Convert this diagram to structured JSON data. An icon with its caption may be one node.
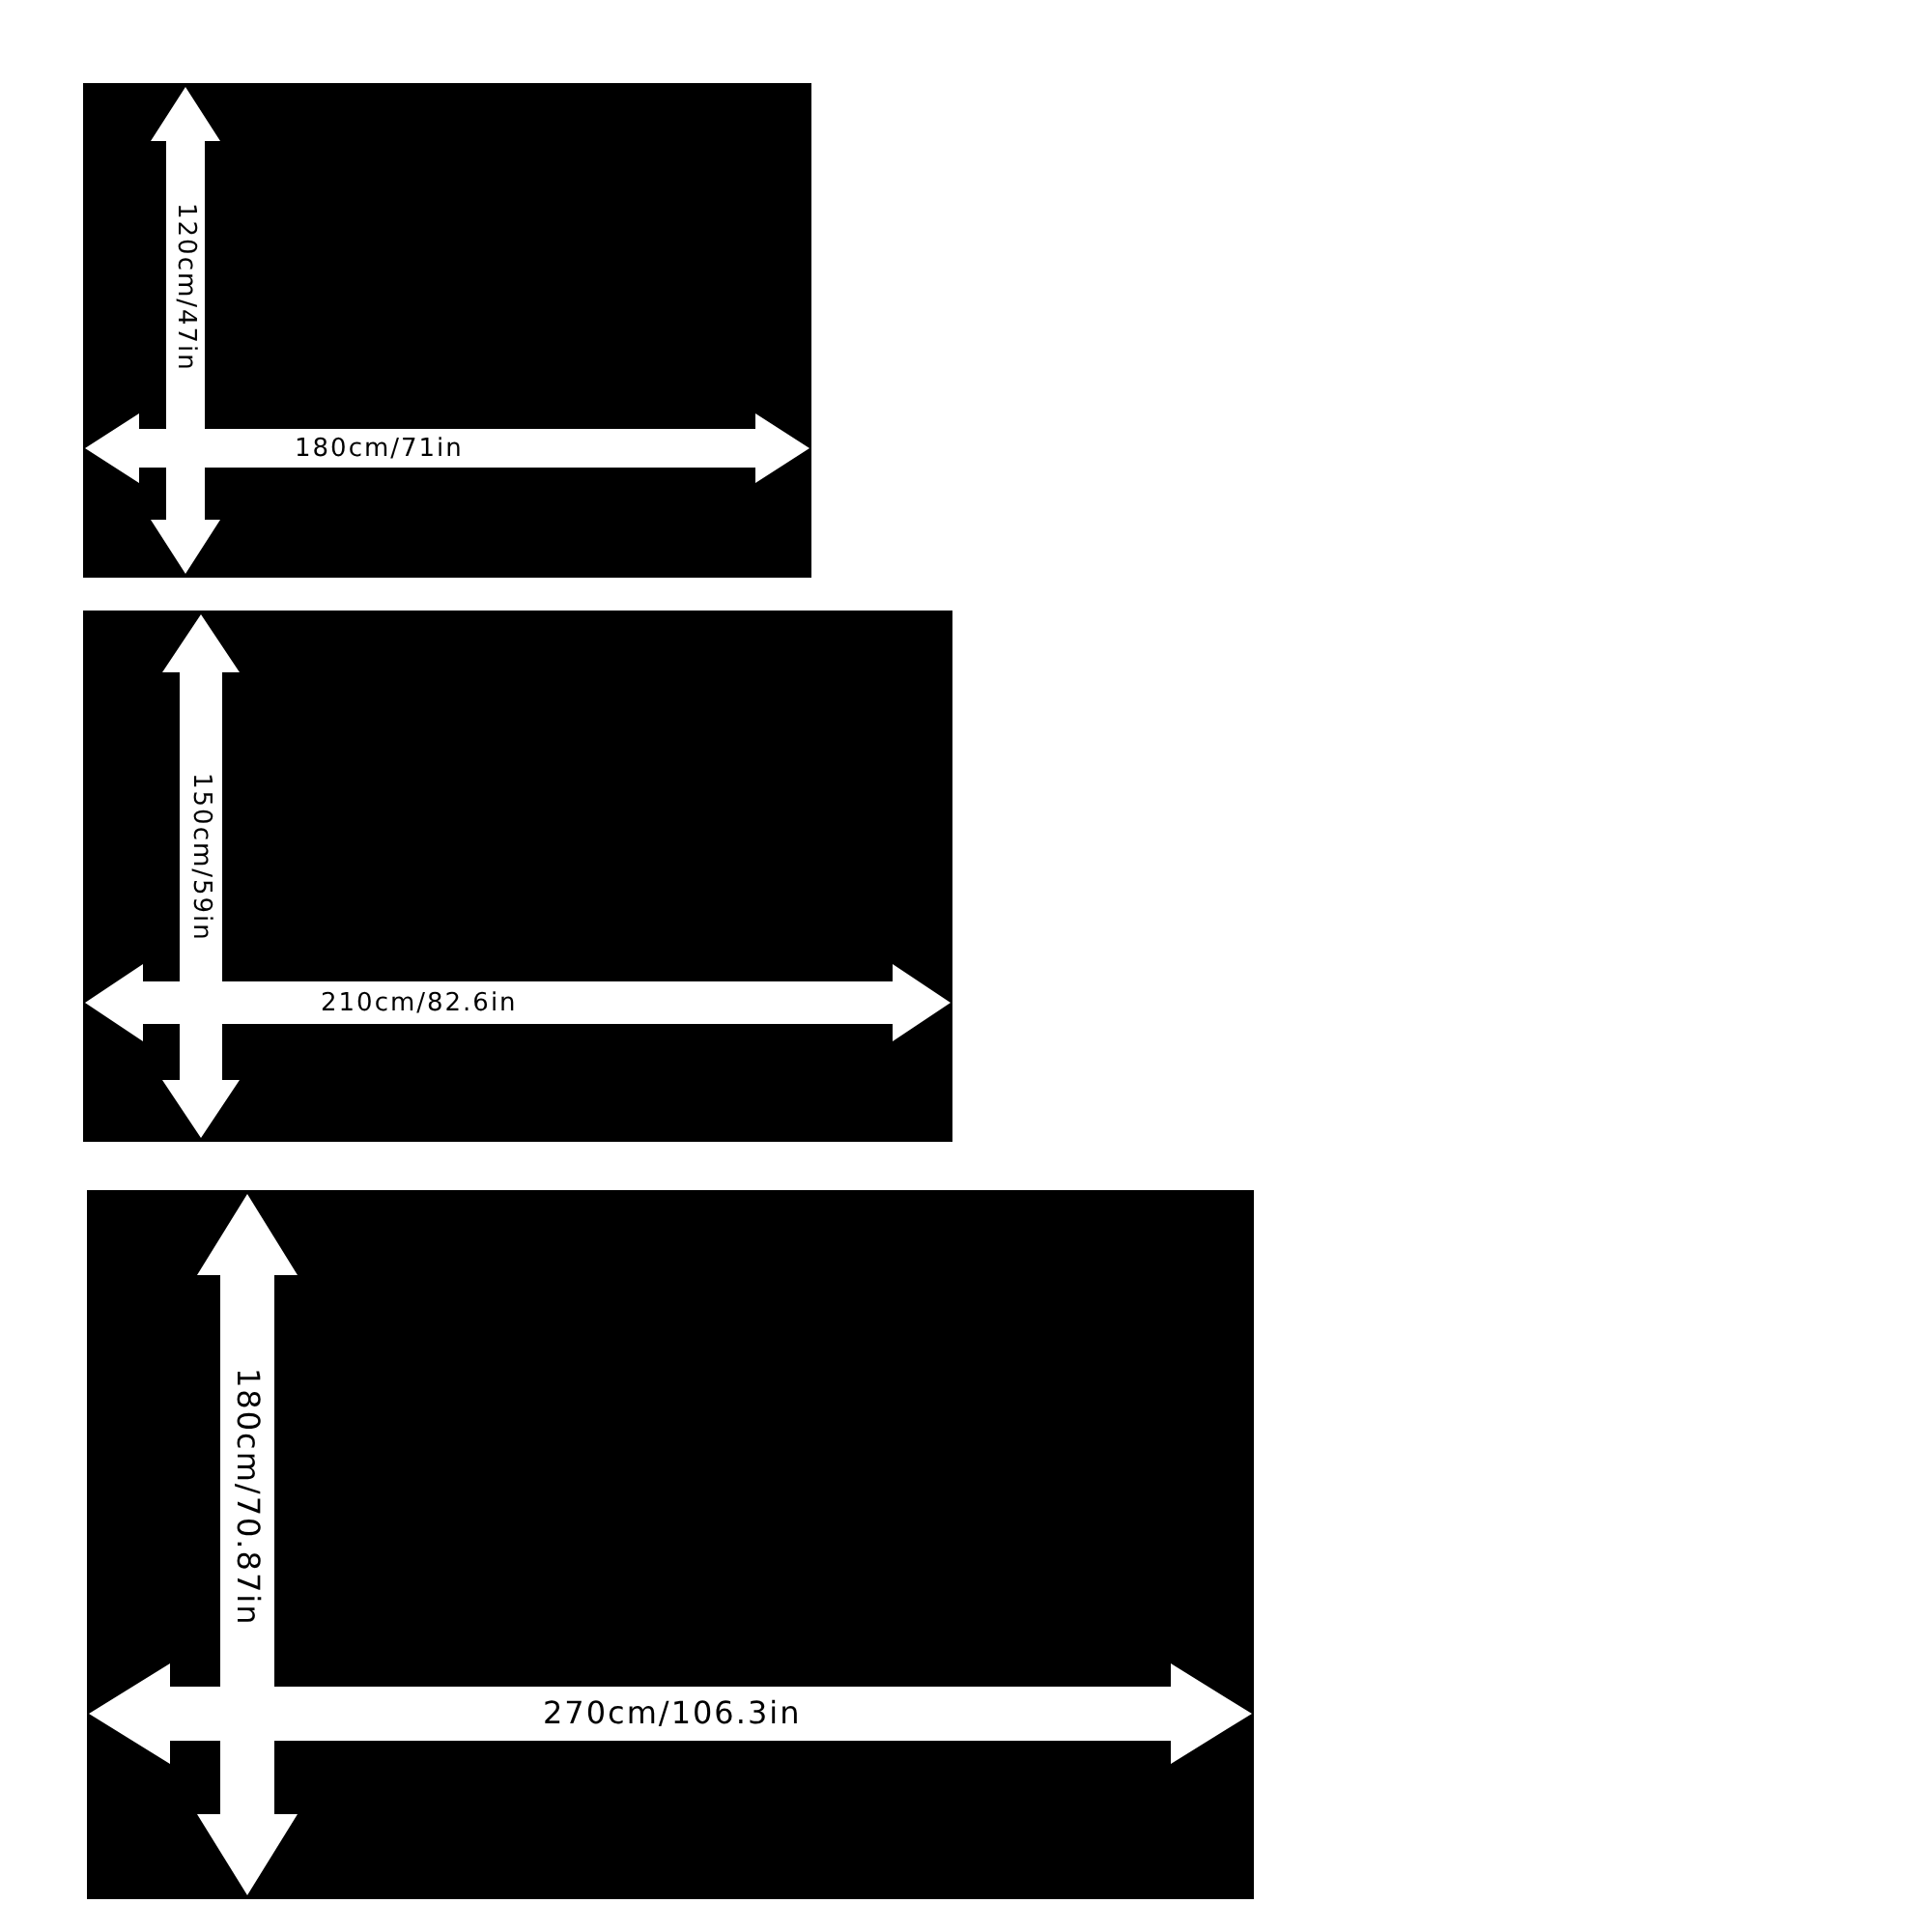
{
  "diagram": {
    "nodes": [
      {
        "text": [
          "120cm/47in",
          "180cm/71in"
        ]
      },
      {
        "text": [
          "150cm/59in",
          "210cm/82.6in"
        ]
      },
      {
        "text": [
          "180cm/70.87in",
          "270cm/106.3in"
        ]
      }
    ]
  }
}
